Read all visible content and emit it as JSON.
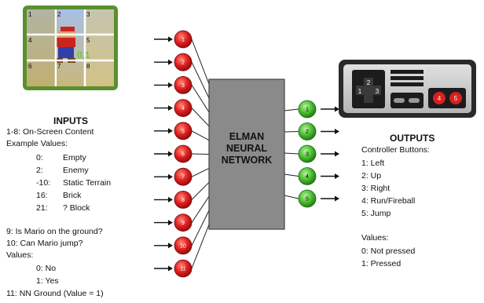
{
  "grid": {
    "cell_labels": [
      "1",
      "2",
      "3",
      "4",
      "5",
      "6",
      "7",
      "8"
    ],
    "marker": "0,1"
  },
  "network": {
    "lines": [
      "ELMAN",
      "NEURAL",
      "NETWORK"
    ]
  },
  "inputs": {
    "title": "INPUTS",
    "line1": "1-8:  On-Screen Content",
    "line2": "Example Values:",
    "examples": [
      {
        "value": "0:",
        "label": "Empty"
      },
      {
        "value": "2:",
        "label": "Enemy"
      },
      {
        "value": "-10:",
        "label": "Static Terrain"
      },
      {
        "value": "16:",
        "label": "Brick"
      },
      {
        "value": "21:",
        "label": "? Block"
      }
    ],
    "line9": "9:  Is Mario on the ground?",
    "line10": "10:  Can Mario jump?",
    "values_label": "Values:",
    "bool_values": [
      "0: No",
      "1: Yes"
    ],
    "line11": "11: NN Ground (Value = 1)"
  },
  "input_nodes": [
    "1",
    "2",
    "3",
    "4",
    "5",
    "6",
    "7",
    "8",
    "9",
    "10",
    "11"
  ],
  "output_nodes": [
    "1",
    "2",
    "3",
    "4",
    "5"
  ],
  "controller": {
    "dpad_labels": [
      "1",
      "2",
      "3"
    ],
    "button_labels": [
      "4",
      "5"
    ]
  },
  "outputs": {
    "title": "OUTPUTS",
    "subtitle": "Controller Buttons:",
    "buttons": [
      "1: Left",
      "2: Up",
      "3: Right",
      "4: Run/Fireball",
      "5: Jump"
    ],
    "values_label": "Values:",
    "values": [
      "0: Not pressed",
      "1: Pressed"
    ]
  },
  "colors": {
    "input_node": "#d81e1e",
    "output_node": "#3fae2a",
    "network_box": "#8a8a8a",
    "grid_border": "#5a8f2e"
  }
}
